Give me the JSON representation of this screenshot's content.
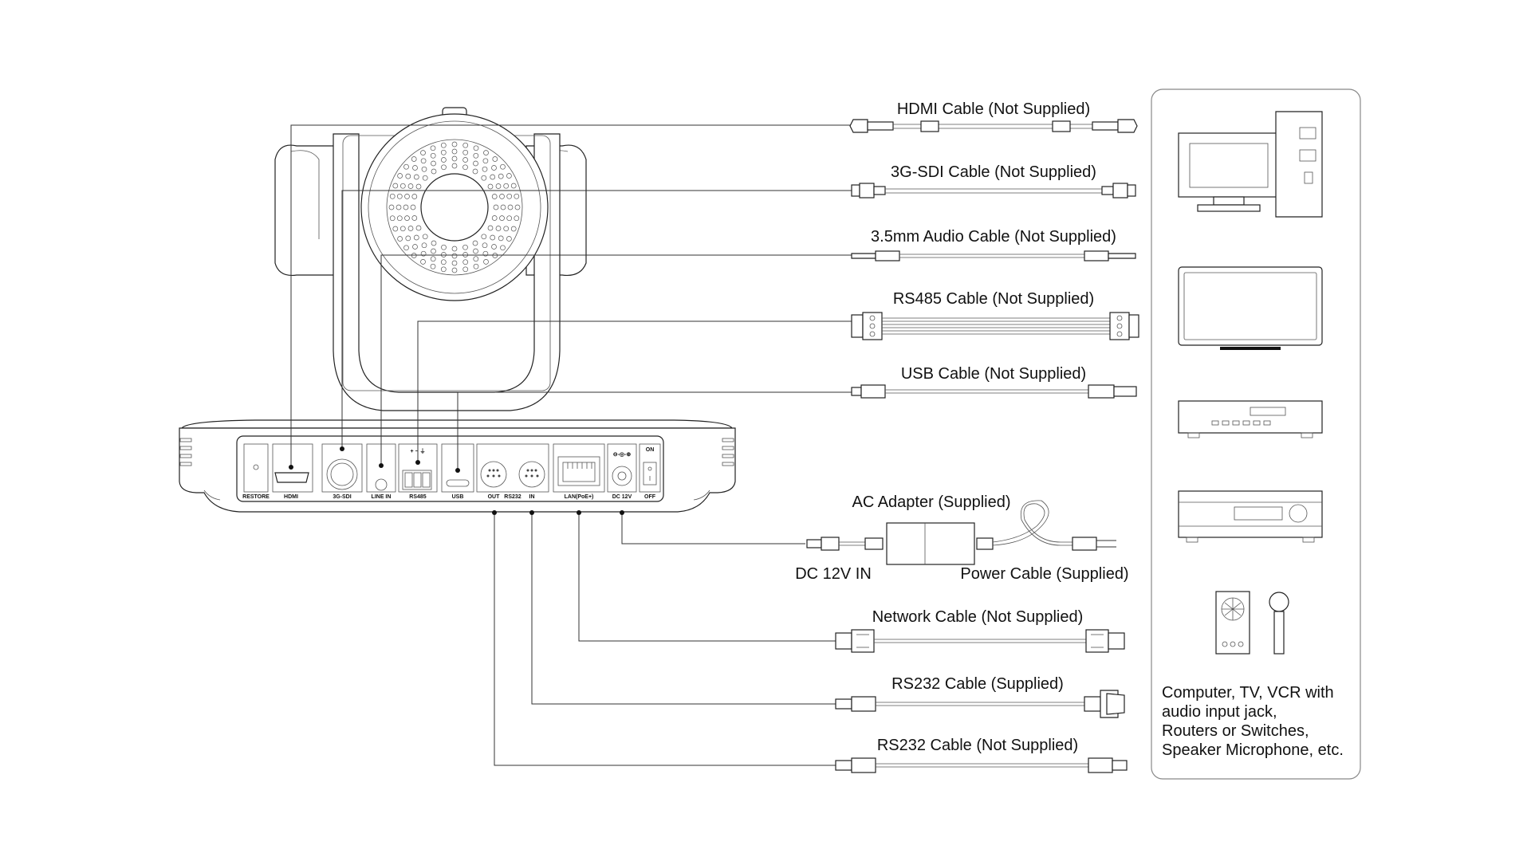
{
  "ports": {
    "restore": "RESTORE",
    "hdmi": "HDMI",
    "sdi": "3G-SDI",
    "line_in": "LINE IN",
    "rs485": "RS485",
    "usb": "USB",
    "rs232_out": "OUT",
    "rs232": "RS232",
    "rs232_in": "IN",
    "lan": "LAN(PoE+)",
    "dc12v": "DC 12V",
    "on": "ON",
    "off": "OFF"
  },
  "cables": {
    "hdmi": "HDMI Cable (Not Supplied)",
    "sdi": "3G-SDI Cable (Not Supplied)",
    "audio": "3.5mm Audio Cable (Not Supplied)",
    "rs485": "RS485 Cable (Not Supplied)",
    "usb": "USB Cable (Not Supplied)",
    "ac_adapter": "AC Adapter (Supplied)",
    "dc_in": "DC 12V IN",
    "power": "Power Cable (Supplied)",
    "network": "Network Cable (Not Supplied)",
    "rs232_supplied": "RS232 Cable (Supplied)",
    "rs232_not_supplied": "RS232 Cable (Not Supplied)"
  },
  "devices": {
    "line1": "Computer, TV, VCR with",
    "line2": "audio input jack,",
    "line3": "Routers or Switches,",
    "line4": "Speaker Microphone, etc.",
    "icons": [
      "computer-icon",
      "tv-icon",
      "vcr-icon",
      "amplifier-icon",
      "speaker-microphone-icon"
    ]
  }
}
